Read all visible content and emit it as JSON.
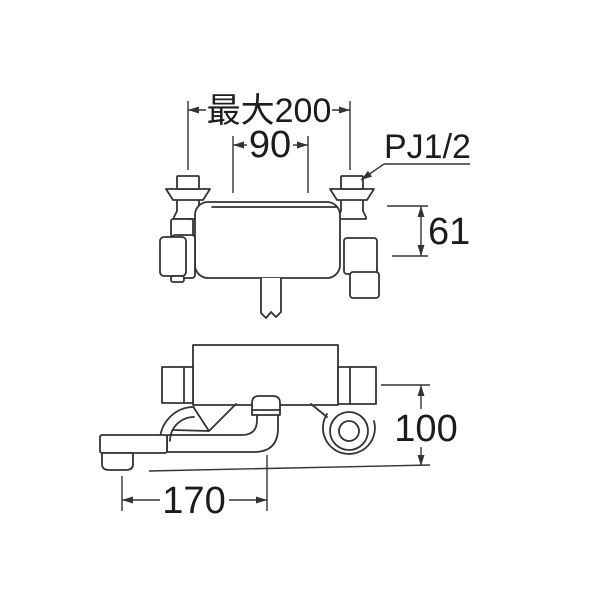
{
  "drawing": {
    "type": "faucet-dimension-diagram",
    "colors": {
      "background": "#ffffff",
      "line": "#333333",
      "text": "#1c1c1c"
    },
    "labels": {
      "max_width": "最大200",
      "inlet_pitch": "90",
      "thread_size": "PJ1/2",
      "fitting_height": "61",
      "mount_to_spout": "100",
      "spout_reach": "170"
    }
  }
}
